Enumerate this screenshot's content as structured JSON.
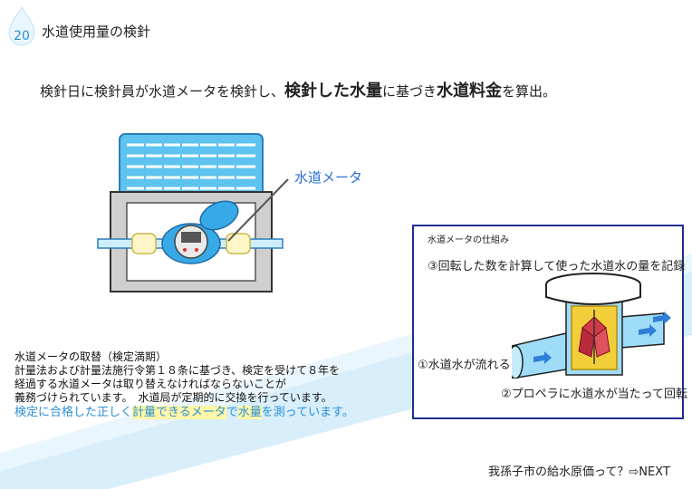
{
  "header": {
    "number": "20",
    "title": "水道使用量の検針"
  },
  "lead": {
    "part1": "検針日に検針員が水道メータを検針し、",
    "part2": "検針した水量",
    "part3": "に基づき",
    "part4": "水道料金",
    "part5": "を算出。"
  },
  "illustration": {
    "meter_label": "水道メータ"
  },
  "panel": {
    "title": "水道メータの仕組み",
    "step3": "③回転した数を計算して使った水道水の量を記録",
    "step1": "①水道水が流れる",
    "step2": "②プロペラに水道水が当たって回転"
  },
  "replace": {
    "heading": "水道メータの取替（検定満期）",
    "line1": "計量法および計量法施行令第１８条に基づき、検定を受けて８年を",
    "line2": "経過する水道メータは取り替えなければならないことが",
    "line3": "義務づけられています。　水道局が定期的に交換を行っています。",
    "accent_a": "検定に合格した正しく",
    "accent_b": "計量できるメータ",
    "accent_c": "で",
    "accent_d": "水量",
    "accent_e": "を測っています。"
  },
  "footer": {
    "next": "我孫子市の給水原価って？⇨NEXT"
  },
  "colors": {
    "accent_blue": "#2a8fd6",
    "panel_border": "#1f2f8f",
    "stripe": "#cfe9f8",
    "highlight": "#fff6a8"
  }
}
